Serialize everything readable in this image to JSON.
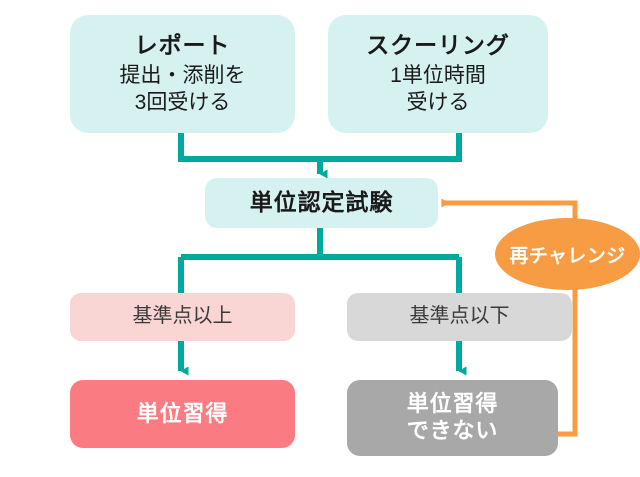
{
  "diagram": {
    "title_visible": false,
    "colors": {
      "teal": "#00a99d",
      "cyan_fill": "#d6f2f0",
      "pink_fill": "#f9d5d3",
      "red_fill": "#fa7b81",
      "light_gray_fill": "#d8d8d8",
      "dark_gray_fill": "#a8a8a8",
      "orange": "#f79c42",
      "background": "#ffffff"
    },
    "nodes": {
      "report": {
        "title": "レポート",
        "line1": "提出・添削を",
        "line2": "3回受ける"
      },
      "schooling": {
        "title": "スクーリング",
        "line1": "1単位時間",
        "line2": "受ける"
      },
      "exam": {
        "label": "単位認定試験"
      },
      "pass_condition": {
        "label": "基準点以上"
      },
      "fail_condition": {
        "label": "基準点以下"
      },
      "pass_result": {
        "label": "単位習得"
      },
      "fail_result": {
        "line1": "単位習得",
        "line2": "できない"
      },
      "retry": {
        "label": "再チャレンジ"
      }
    }
  }
}
